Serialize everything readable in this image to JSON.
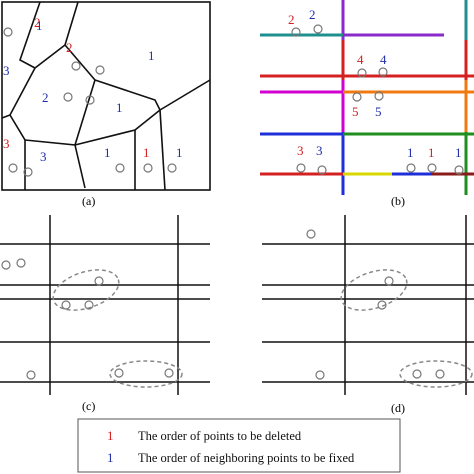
{
  "captions": {
    "a": "(a)",
    "b": "(b)",
    "c": "(c)",
    "d": "(d)"
  },
  "panel_a_labels": [
    "2",
    "1",
    "2",
    "1",
    "3",
    "2",
    "1",
    "3",
    "3",
    "1",
    "1",
    "1"
  ],
  "panel_b_labels": [
    "2",
    "2",
    "4",
    "4",
    "5",
    "5",
    "3",
    "3",
    "1",
    "1",
    "1"
  ],
  "legend": {
    "deleted_number": "1",
    "deleted_text": "The order of points to be deleted",
    "fixed_number": "1",
    "fixed_text": "The order of neighboring points to be fixed"
  },
  "colors": {
    "deleted": "#d42020",
    "fixed": "#1f2fa8",
    "teal": "#1f8e8e",
    "purple": "#8a2bc9",
    "magenta": "#d000d0",
    "red": "#d42020",
    "orange": "#f07a10",
    "yellow": "#d8d800",
    "blue": "#1f2fd8",
    "green": "#1e8e1e",
    "darkred": "#8b1a1a"
  }
}
